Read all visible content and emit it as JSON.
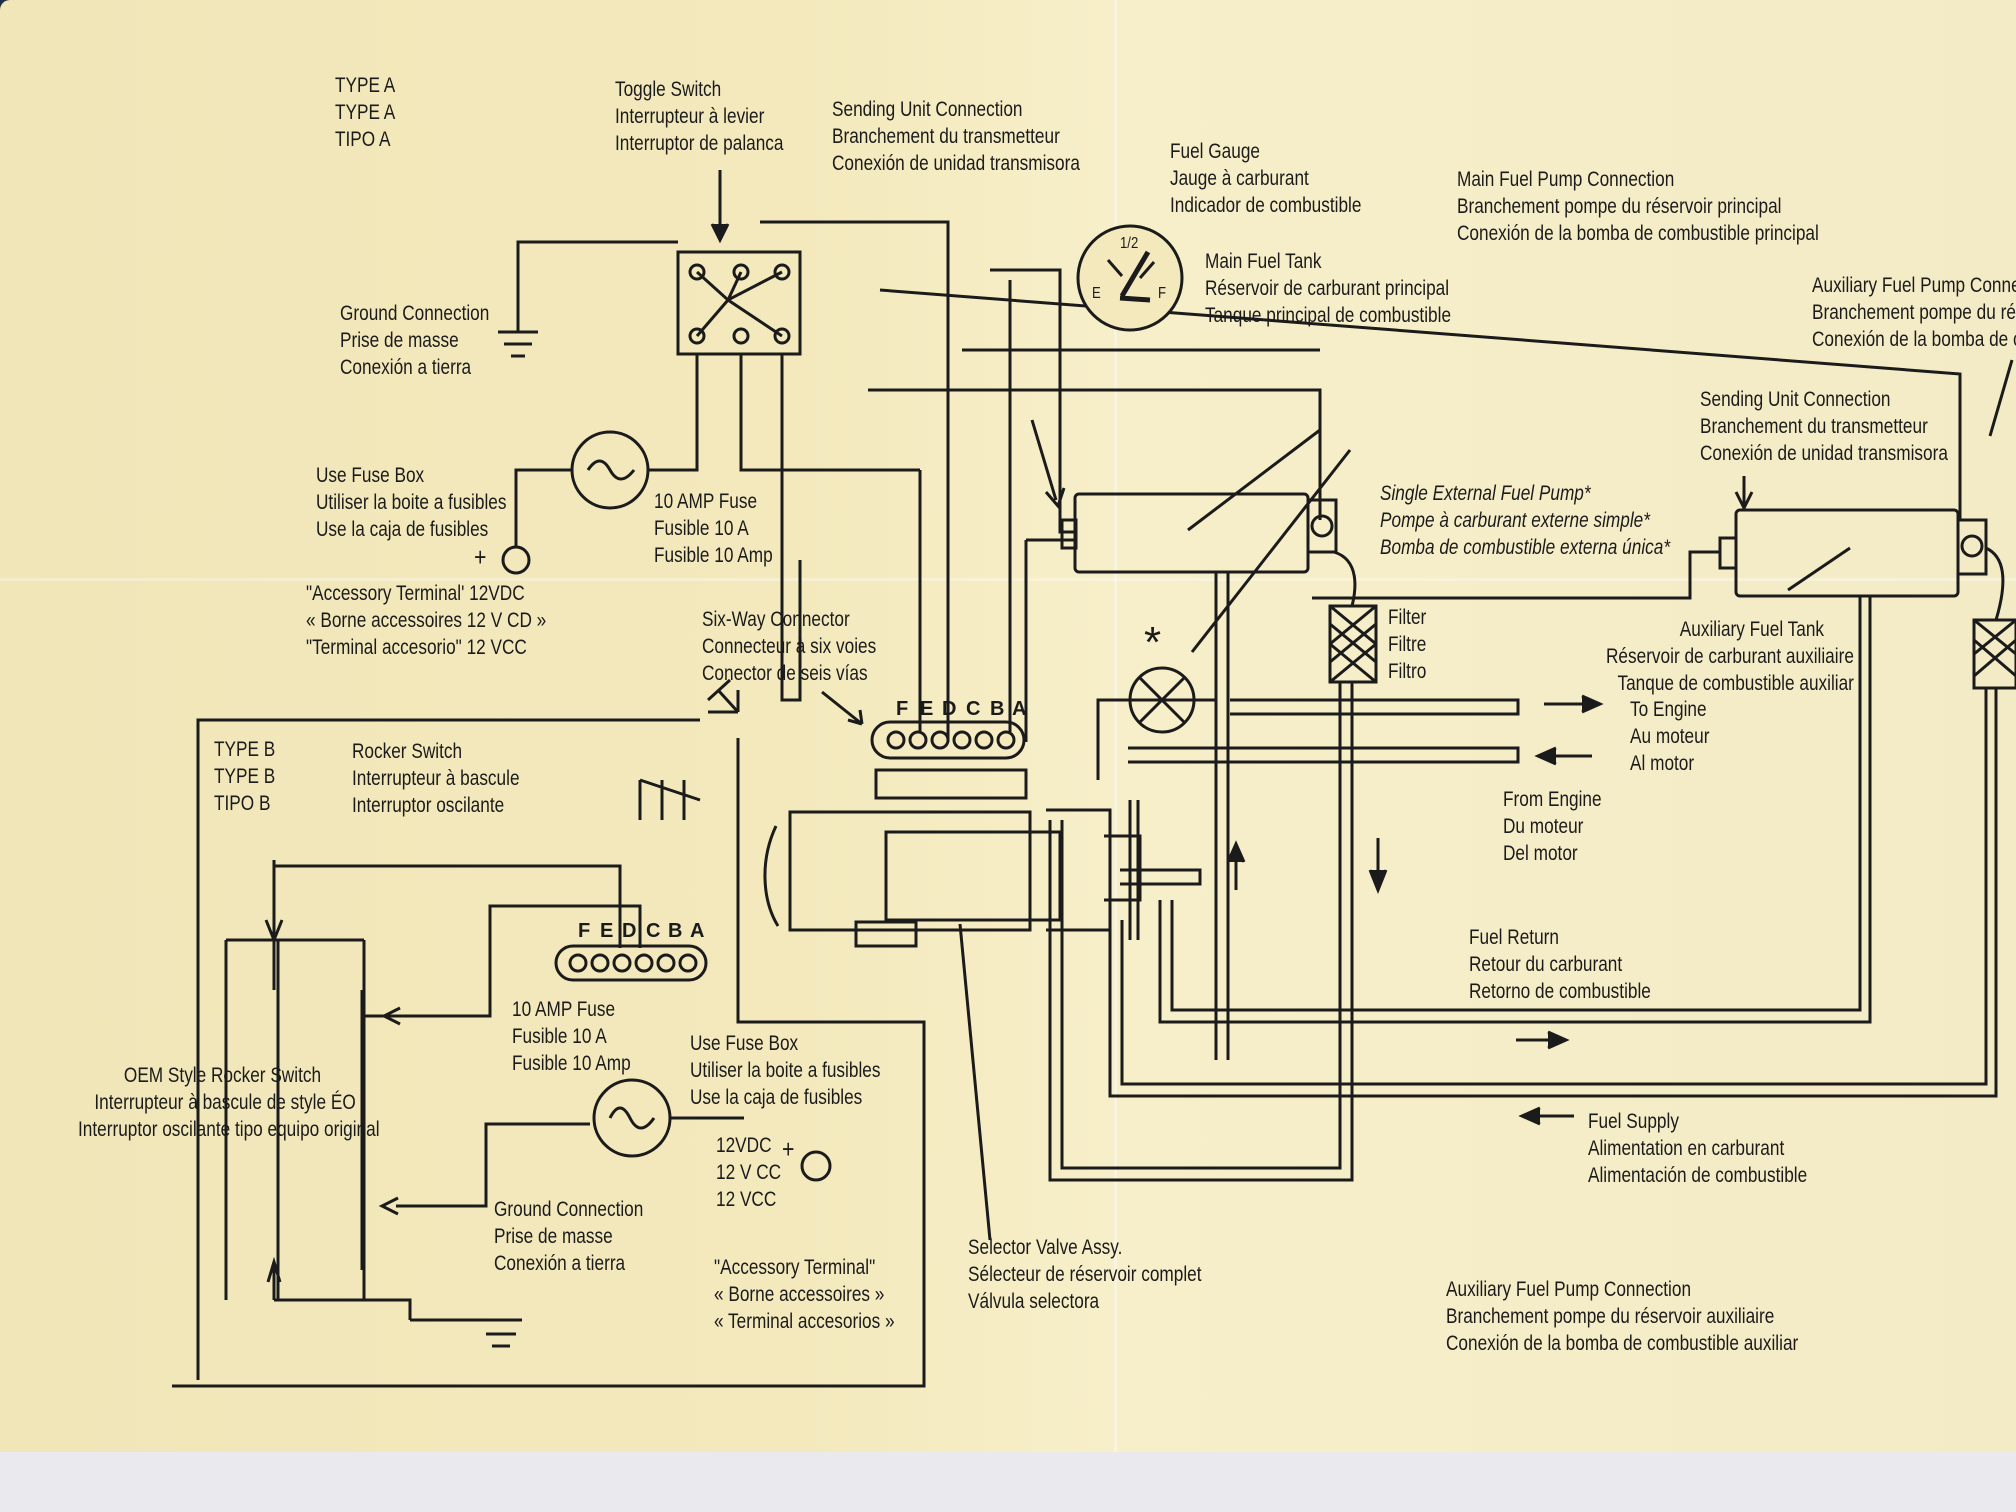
{
  "type_a": [
    "TYPE A",
    "TYPE A",
    "TIPO A"
  ],
  "type_b": [
    "TYPE B",
    "TYPE B",
    "TIPO B"
  ],
  "toggle_switch": [
    "Toggle Switch",
    "Interrupteur à levier",
    "Interruptor de palanca"
  ],
  "sending_unit_main": [
    "Sending Unit Connection",
    "Branchement du transmetteur",
    "Conexión de unidad transmisora"
  ],
  "fuel_gauge": [
    "Fuel Gauge",
    "Jauge à carburant",
    "Indicador de combustible"
  ],
  "gauge_face": {
    "half": "1/2",
    "empty": "E",
    "full": "F"
  },
  "main_fuel_pump_connection": [
    "Main Fuel Pump Connection",
    "Branchement pompe du réservoir principal",
    "Conexión de la bomba de combustible principal"
  ],
  "aux_fuel_pump_connection_top": [
    "Auxiliary Fuel Pump Conne",
    "Branchement pompe du rés",
    "Conexión de la bomba de c"
  ],
  "main_fuel_tank": [
    "Main Fuel Tank",
    "Réservoir de carburant principal",
    "Tanque principal de combustible"
  ],
  "ground_connection_a": [
    "Ground Connection",
    "Prise de masse",
    "Conexión a tierra"
  ],
  "use_fuse_box_a": [
    "Use Fuse Box",
    "Utiliser la boite a fusibles",
    "Use la caja de fusibles"
  ],
  "fuse_10amp_a": [
    "10 AMP Fuse",
    "Fusible 10 A",
    "Fusible 10 Amp"
  ],
  "accessory_terminal_a": [
    "\"Accessory Terminal' 12VDC",
    "« Borne accessoires 12 V CD »",
    "\"Terminal accesorio\" 12 VCC"
  ],
  "plus_sign": "+",
  "sending_unit_aux": [
    "Sending Unit Connection",
    "Branchement du transmetteur",
    "Conexión de unidad transmisora"
  ],
  "single_external_pump": [
    "Single External Fuel Pump*",
    "Pompe à carburant externe simple*",
    "Bomba de combustible externa única*"
  ],
  "filter": [
    "Filter",
    "Filtre",
    "Filtro"
  ],
  "auxiliary_fuel_tank": [
    "Auxiliary Fuel Tank",
    "Réservoir de carburant auxiliaire",
    "Tanque de combustible auxiliar"
  ],
  "six_way_connector": [
    "Six-Way Connector",
    "Connecteur à six voies",
    "Conector de seis vías"
  ],
  "connector_pins": [
    "F",
    "E",
    "D",
    "C",
    "B",
    "A"
  ],
  "asterisk": "*",
  "to_engine": [
    "To Engine",
    "Au moteur",
    "Al motor"
  ],
  "from_engine": [
    "From Engine",
    "Du moteur",
    "Del motor"
  ],
  "rocker_switch": [
    "Rocker Switch",
    "Interrupteur à bascule",
    "Interruptor oscilante"
  ],
  "fuel_return": [
    "Fuel Return",
    "Retour du carburant",
    "Retorno de combustible"
  ],
  "fuse_10amp_b": [
    "10 AMP Fuse",
    "Fusible 10 A",
    "Fusible 10 Amp"
  ],
  "use_fuse_box_b": [
    "Use Fuse Box",
    "Utiliser la boite a fusibles",
    "Use la caja de fusibles"
  ],
  "oem_rocker_switch": [
    "OEM Style Rocker Switch",
    "Interrupteur à bascule de style ÉO",
    "Interruptor oscilante tipo equipo original"
  ],
  "voltage_b": [
    "12VDC",
    "12 V CC",
    "12 VCC"
  ],
  "fuel_supply": [
    "Fuel Supply",
    "Alimentation en carburant",
    "Alimentación de combustible"
  ],
  "ground_connection_b": [
    "Ground Connection",
    "Prise de masse",
    "Conexión a tierra"
  ],
  "selector_valve": [
    "Selector Valve Assy.",
    "Sélecteur de réservoir complet",
    "Válvula selectora"
  ],
  "accessory_terminal_b": [
    "\"Accessory Terminal\"",
    "« Borne accessoires »",
    "« Terminal accesorios »"
  ],
  "aux_fuel_pump_connection_bottom": [
    "Auxiliary Fuel Pump Connection",
    "Branchement pompe du réservoir auxiliaire",
    "Conexión de la bomba de combustible auxiliar"
  ]
}
